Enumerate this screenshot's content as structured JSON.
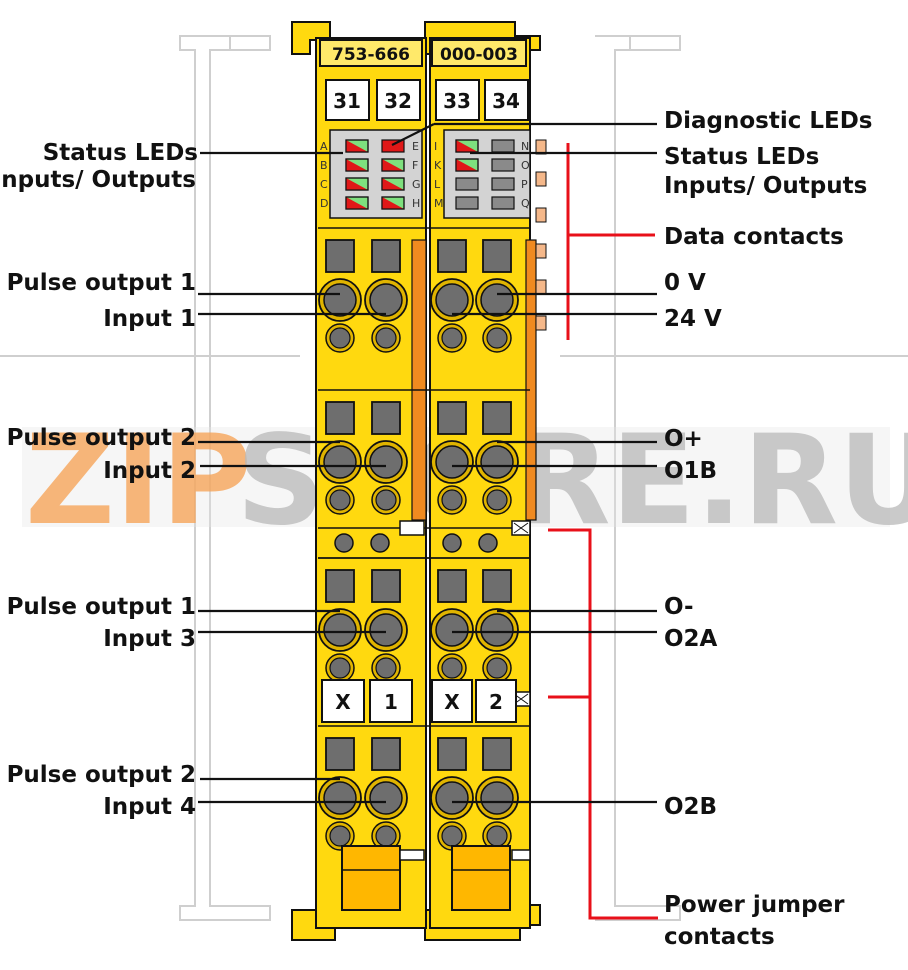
{
  "module": {
    "left_part_number": "753-666",
    "right_part_number": "000-003",
    "channel_numbers": [
      "31",
      "32",
      "33",
      "34"
    ],
    "left_marker": [
      "X",
      "1"
    ],
    "right_marker": [
      "X",
      "2"
    ],
    "led_letters_left_a": [
      "A",
      "B",
      "C",
      "D"
    ],
    "led_letters_left_b": [
      "E",
      "F",
      "G",
      "H"
    ],
    "led_letters_right_a": [
      "I",
      "K",
      "L",
      "M"
    ],
    "led_letters_right_b": [
      "N",
      "O",
      "P",
      "Q"
    ]
  },
  "labels": {
    "left": [
      "Status LEDs",
      "Inputs/ Outputs",
      "Pulse output 1",
      "Input 1",
      "Pulse output 2",
      "Input 2",
      "Pulse output 1",
      "Input 3",
      "Pulse output 2",
      "Input 4"
    ],
    "right": [
      "Diagnostic LEDs",
      "Status LEDs",
      "Inputs/ Outputs",
      "Data contacts",
      "0 V",
      "24 V",
      "O+",
      "O1B",
      "O-",
      "O2A",
      "O2B",
      "Power jumper",
      "contacts"
    ]
  },
  "watermark": {
    "part1": "ZIP",
    "part2": "STORE.RU"
  },
  "colors": {
    "module_yellow": "#ffd90f",
    "module_dark_yellow": "#e0b400",
    "contact_gray": "#6e6e6e",
    "led_green": "#7ee07e",
    "led_red": "#e01818",
    "accent_red": "#e8101a",
    "orange_strip": "#f08a20",
    "watermark_orange": "#f6a55a",
    "watermark_gray": "#b9b9b9"
  }
}
